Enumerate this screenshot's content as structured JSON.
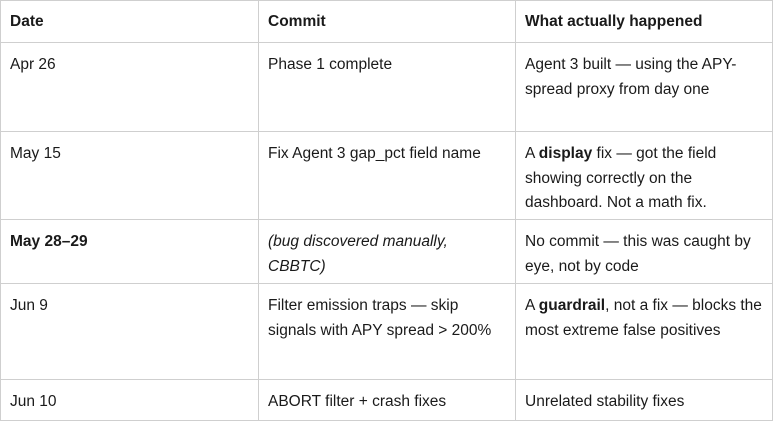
{
  "table": {
    "headers": [
      "Date",
      "Commit",
      "What actually happened"
    ],
    "rows": [
      {
        "date": "Apr 26",
        "commit": "Phase 1 complete",
        "what": {
          "before": "",
          "bold": "",
          "after": "Agent 3 built — using the APY-spread proxy from day one"
        }
      },
      {
        "date": "May 15",
        "commit": "Fix Agent 3 gap_pct field name",
        "what": {
          "before": "A ",
          "bold": "display",
          "after": " fix — got the field showing correctly on the dashboard. Not a math fix."
        }
      },
      {
        "date": "May 28–29",
        "date_bold": true,
        "commit": "(bug discovered manually, CBBTC)",
        "commit_italic": true,
        "what": {
          "before": "",
          "bold": "",
          "after": "No commit — this was caught by eye, not by code"
        }
      },
      {
        "date": "Jun 9",
        "commit": "Filter emission traps — skip signals with APY spread > 200%",
        "what": {
          "before": "A ",
          "bold": "guardrail",
          "after": ", not a fix — blocks the most extreme false positives"
        }
      },
      {
        "date": "Jun 10",
        "commit": "ABORT filter + crash fixes",
        "what": {
          "before": "",
          "bold": "",
          "after": "Unrelated stability fixes"
        }
      }
    ]
  }
}
